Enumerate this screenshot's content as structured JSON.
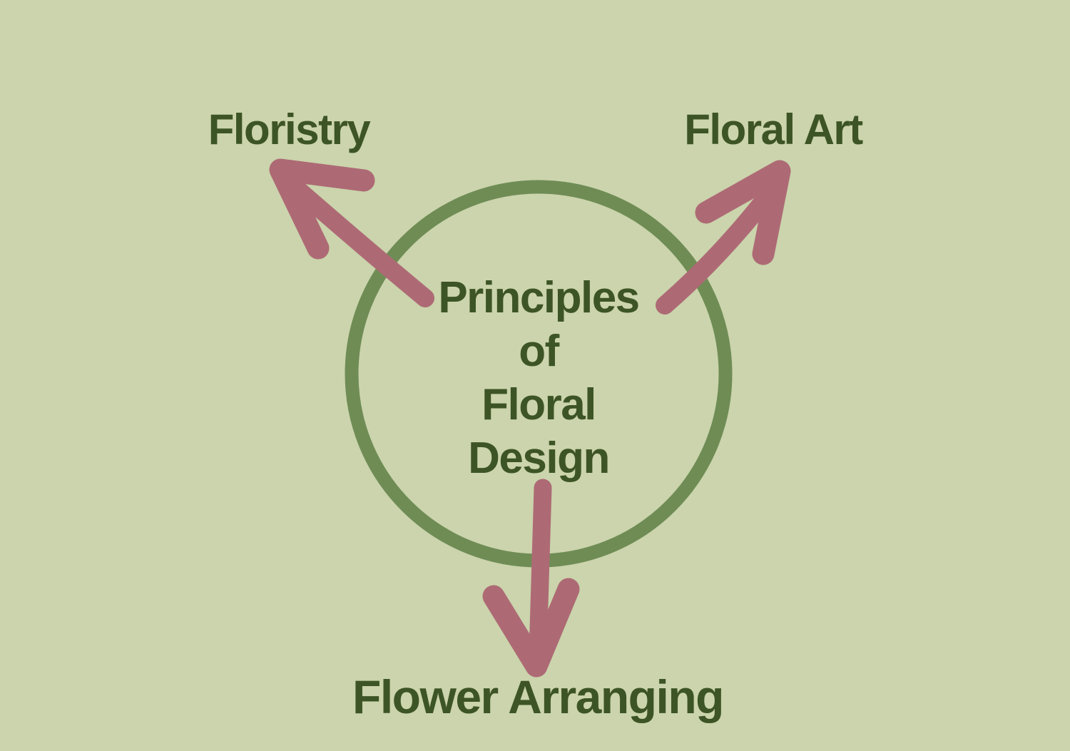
{
  "diagram": {
    "title": "Principles of Floral Design concept diagram",
    "background_color": "#cbd4ac",
    "text_color": "#3d5426",
    "arrow_color": "#ad6a75",
    "circle": {
      "stroke_color": "#6f8c55",
      "label": "Principles of Floral Design",
      "label_lines": [
        "Principles",
        "of",
        "Floral",
        "Design"
      ]
    },
    "branches": [
      {
        "id": "floristry",
        "label": "Floristry",
        "direction": "top-left"
      },
      {
        "id": "floral-art",
        "label": "Floral Art",
        "direction": "top-right"
      },
      {
        "id": "flower-arranging",
        "label": "Flower Arranging",
        "direction": "bottom"
      }
    ]
  }
}
